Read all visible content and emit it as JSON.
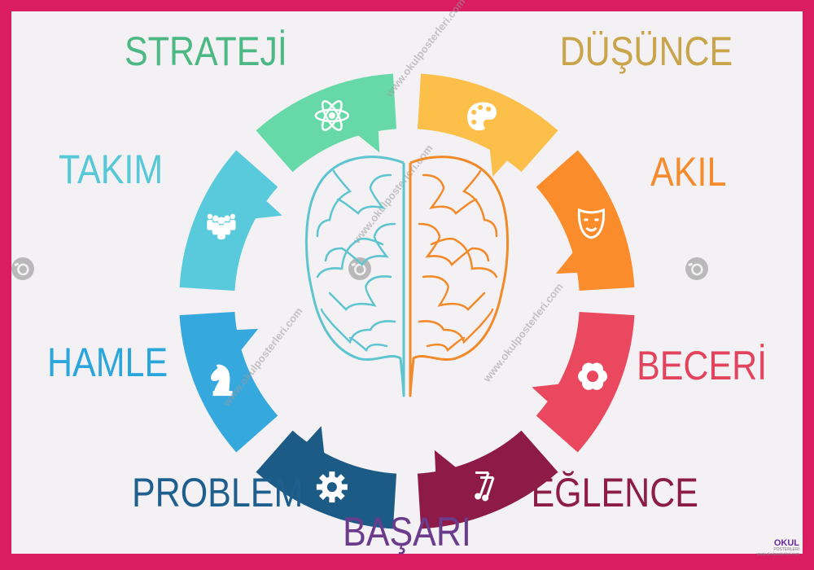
{
  "labels": {
    "strateji": "STRATEJİ",
    "dusunce": "DÜŞÜNCE",
    "takim": "TAKIM",
    "akil": "AKIL",
    "hamle": "HAMLE",
    "beceri": "BECERİ",
    "problem": "PROBLEM",
    "eglence": "EĞLENCE",
    "basari": "BAŞARI"
  },
  "colors": {
    "frame": "#d91d5f",
    "background": "#f3f1f4",
    "strateji": "#4cb884",
    "dusunce": "#c9a44a",
    "takim": "#56c8d8",
    "akil": "#f58b2c",
    "hamle": "#2aa6dc",
    "beceri": "#e2445e",
    "problem": "#1e5f8e",
    "eglence": "#8c1d45",
    "basari": "#6b3b8c",
    "brain_left": "#5ec4cf",
    "brain_right": "#f28a2a"
  },
  "segments": [
    {
      "name": "strateji",
      "color": "#67d9a9",
      "icon": "atom-icon"
    },
    {
      "name": "dusunce",
      "color": "#fbbf4a",
      "icon": "palette-icon"
    },
    {
      "name": "akil",
      "color": "#fb8c2b",
      "icon": "mask-icon"
    },
    {
      "name": "beceri",
      "color": "#e9485f",
      "icon": "flower-icon"
    },
    {
      "name": "eglence",
      "color": "#8e1b47",
      "icon": "music-notes-icon"
    },
    {
      "name": "problem",
      "color": "#1b5b86",
      "icon": "gear-icon"
    },
    {
      "name": "hamle",
      "color": "#35a8de",
      "icon": "chess-knight-icon"
    },
    {
      "name": "takim",
      "color": "#58cadb",
      "icon": "team-icon"
    }
  ],
  "watermark": {
    "text": "www.okulposterleri.com",
    "icon": "camera-icon"
  },
  "brand": {
    "name": "OKUL",
    "sub": "POSTERLERİ",
    "url": "www.okulposterleri.com"
  }
}
